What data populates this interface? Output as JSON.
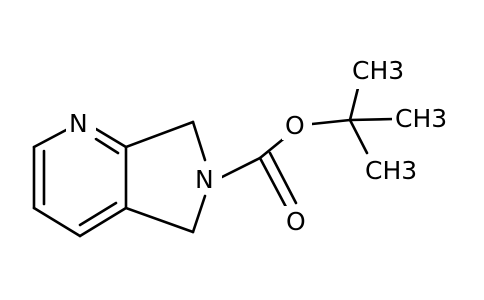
{
  "molecule": {
    "atoms": {
      "pyridine_n": "N",
      "pyrrolidine_n": "N",
      "ester_o": "O",
      "carbonyl_o": "O",
      "methyl_top": "CH3",
      "methyl_right": "CH3",
      "methyl_bottom": "CH3"
    }
  }
}
